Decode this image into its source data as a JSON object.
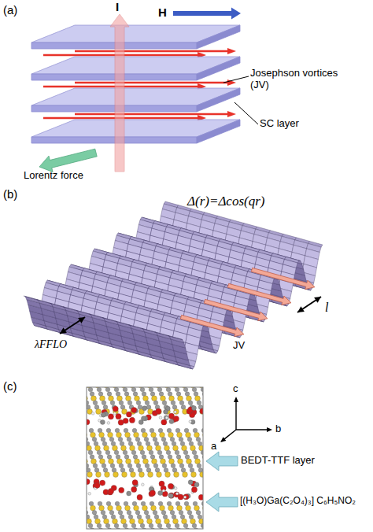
{
  "diagram": {
    "labels": [
      "(a)",
      "I",
      "H",
      "Josephson vortices (JV)",
      "Lorentz force",
      "SC layer",
      "(b)",
      "Δ(r)=Δcos(qr)",
      "JV",
      "λFFLO",
      "l",
      "(c)",
      "c",
      "b",
      "a",
      "BEDT-TTF layer",
      "[(H₃O)Ga(C₂O₄)₃] C₆H₅NO₂"
    ]
  }
}
